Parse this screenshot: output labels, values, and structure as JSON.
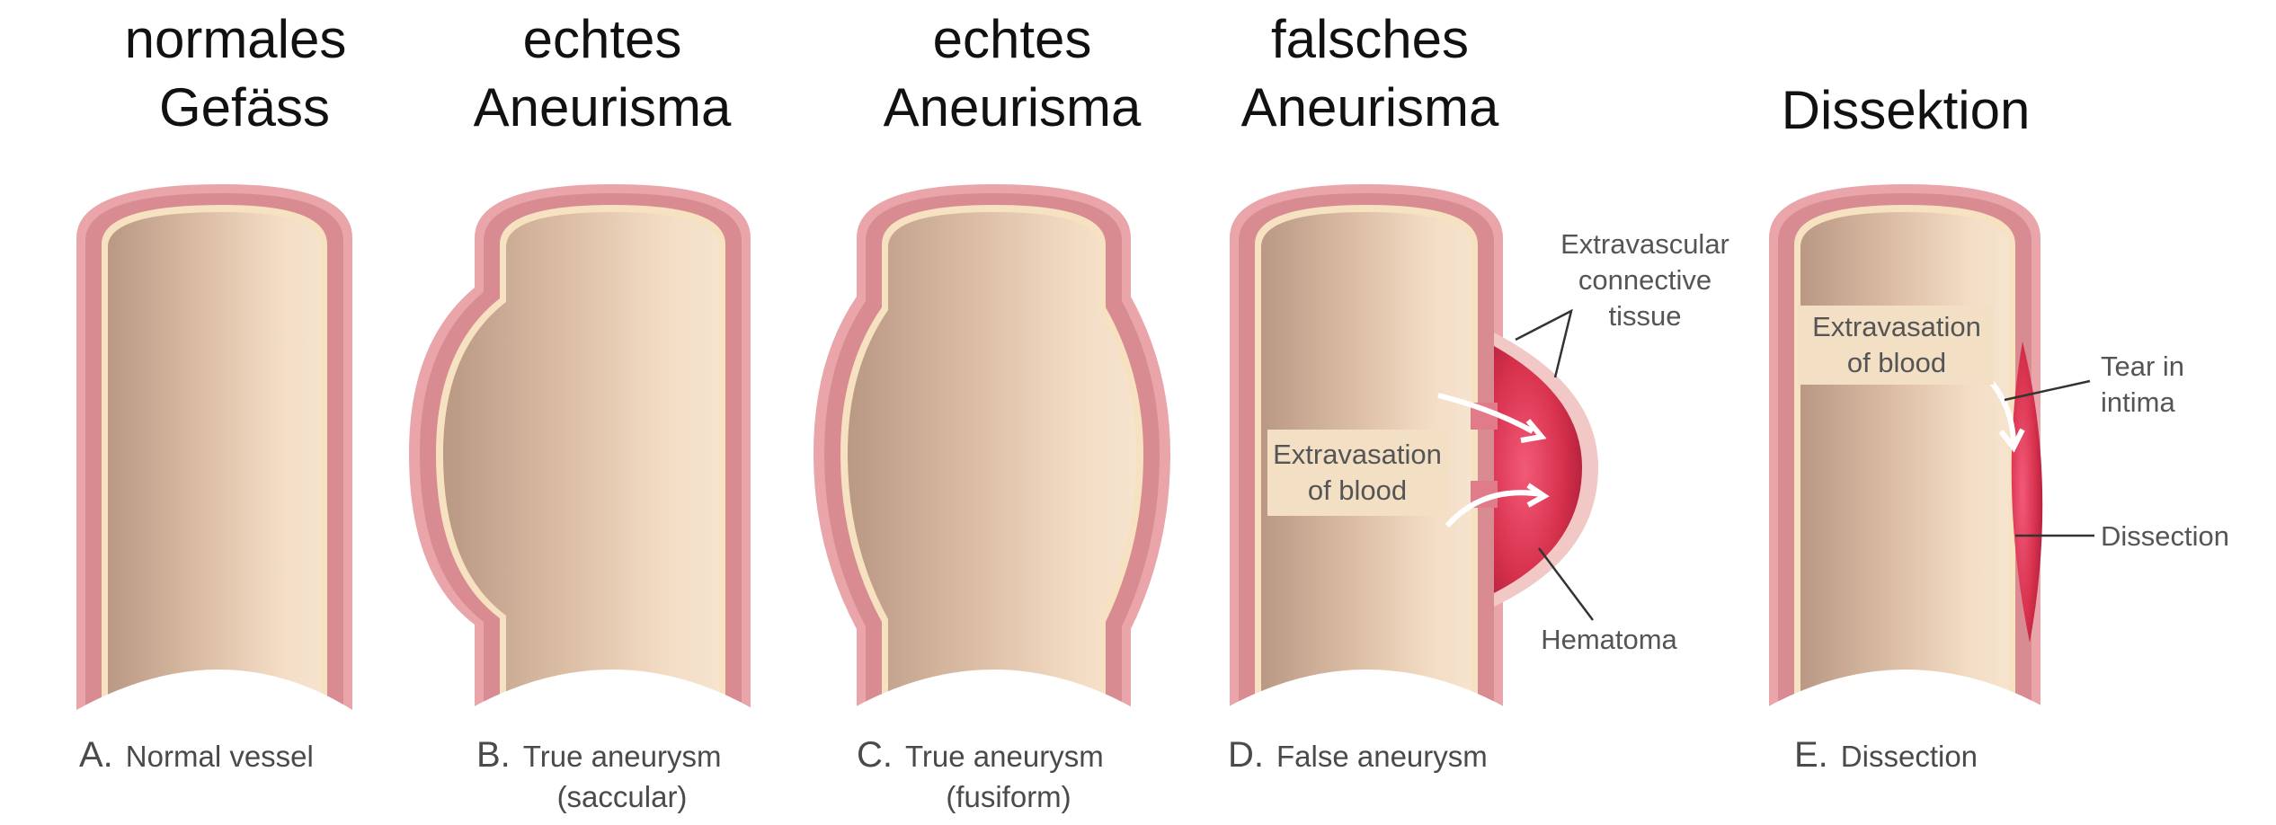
{
  "titles": {
    "a": {
      "line1": "normales",
      "line2": "Gefäss"
    },
    "b": {
      "line1": "echtes",
      "line2": "Aneurisma"
    },
    "c": {
      "line1": "echtes",
      "line2": "Aneurisma"
    },
    "d": {
      "line1": "falsches",
      "line2": "Aneurisma"
    },
    "e": {
      "line1": "Dissektion"
    }
  },
  "captions": {
    "a": {
      "letter": "A.",
      "text": "Normal vessel"
    },
    "b": {
      "letter": "B.",
      "text": "True aneurysm",
      "sub": "(saccular)"
    },
    "c": {
      "letter": "C.",
      "text": "True aneurysm",
      "sub": "(fusiform)"
    },
    "d": {
      "letter": "D.",
      "text": "False aneurysm"
    },
    "e": {
      "letter": "E.",
      "text": "Dissection"
    }
  },
  "labels": {
    "d_connective": {
      "line1": "Extravascular",
      "line2": "connective",
      "line3": "tissue"
    },
    "d_extravasation": {
      "line1": "Extravasation",
      "line2": "of blood"
    },
    "d_hematoma": "Hematoma",
    "e_extravasation": {
      "line1": "Extravasation",
      "line2": "of blood"
    },
    "e_tear": {
      "line1": "Tear in",
      "line2": "intima"
    },
    "e_dissection": "Dissection"
  },
  "colors": {
    "adventitia": "#e9a5a9",
    "media": "#d98b92",
    "intima": "#f6e2c0",
    "lumen_light": "#f3dcc4",
    "lumen_dark": "#b99884",
    "blood": "#d8324e",
    "label_box": "#f2dfc4",
    "label_text": "#555555"
  }
}
